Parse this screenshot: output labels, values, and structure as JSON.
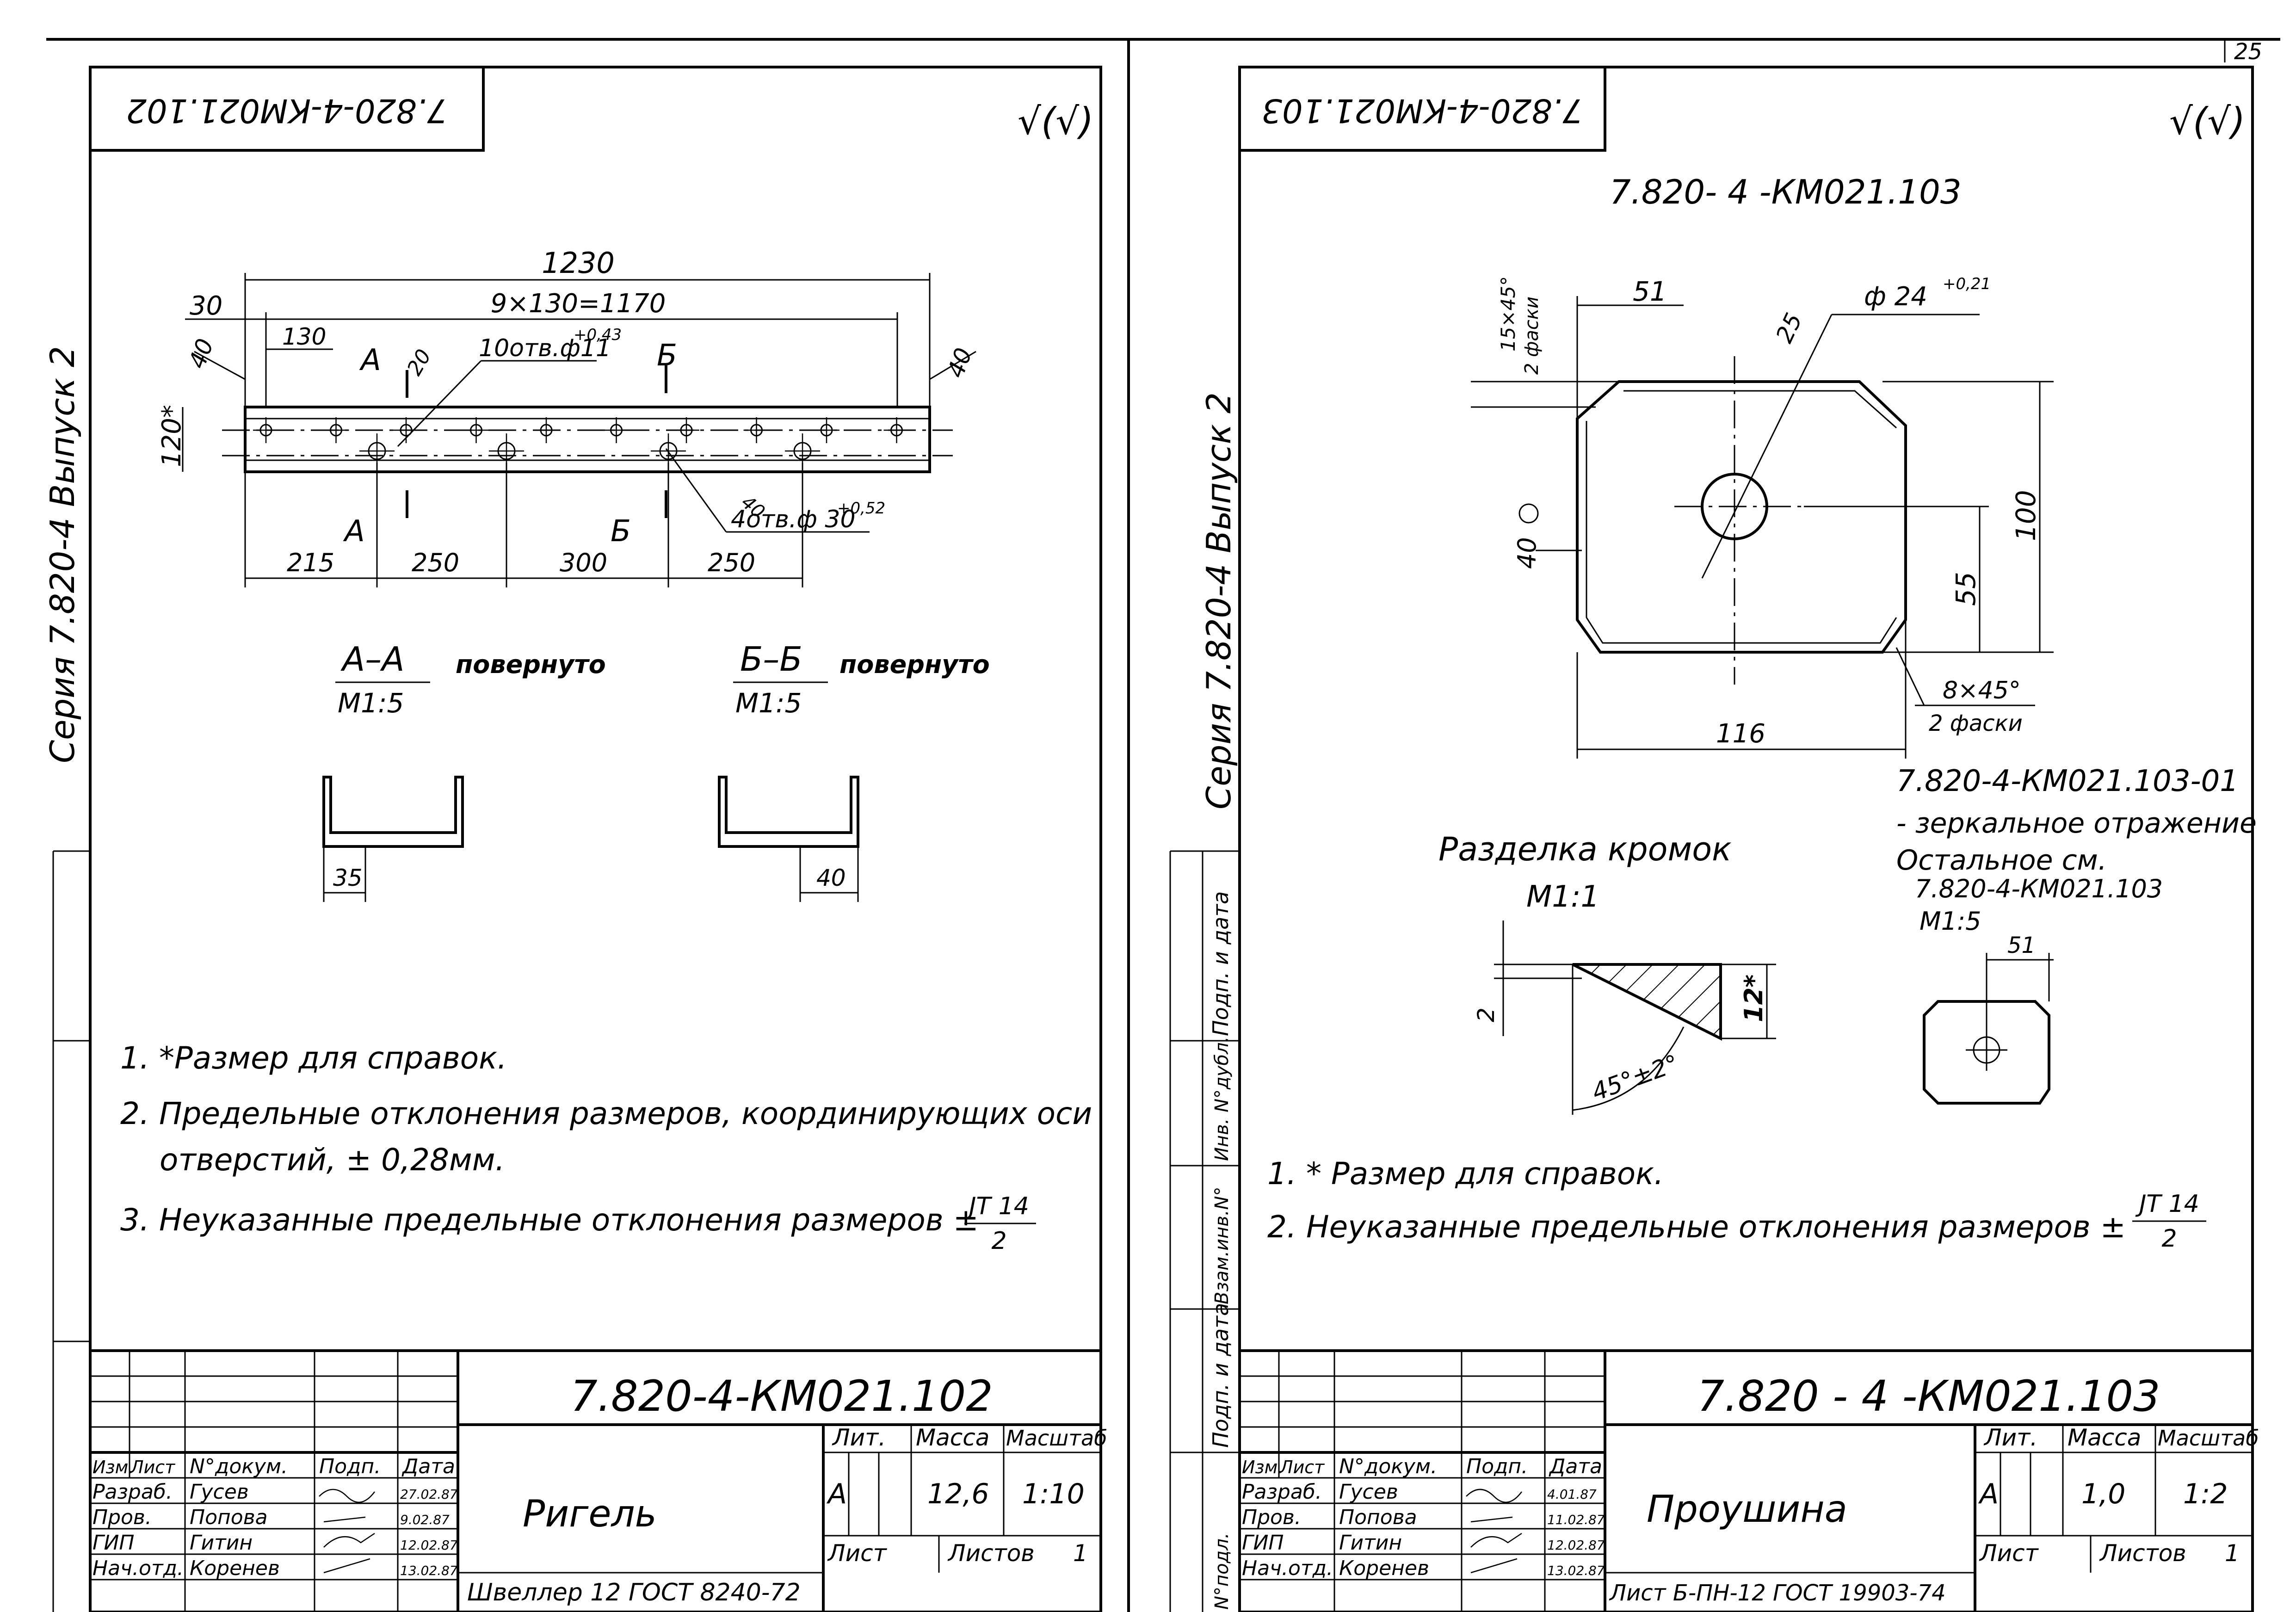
{
  "page_number": "25",
  "left": {
    "mirrored_code": "7.820-4-КМ021.102",
    "side_label": "Серия 7.820-4   Выпуск 2",
    "dims": {
      "total": "1230",
      "pitch": "9×130=1170",
      "edge": "30",
      "first": "130",
      "angle_left": "40",
      "angle_right": "40",
      "height": "120*",
      "holes_small": "10отв.ф11",
      "holes_small_tol": "+0,43",
      "holes_big": "4отв.ф 30",
      "holes_big_tol": "+0,52",
      "d215": "215",
      "d250a": "250",
      "d300": "300",
      "d250b": "250",
      "twenty": "20",
      "forty": "40",
      "a": "А",
      "b": "Б"
    },
    "sections": [
      {
        "title": "А–А",
        "scale": "М1:5",
        "note": "повернуто",
        "dim": "35"
      },
      {
        "title": "Б–Б",
        "scale": "М1:5",
        "note": "повернуто",
        "dim": "40"
      }
    ],
    "notes": [
      "1. *Размер для справок.",
      "2. Предельные отклонения размеров, координирующих оси",
      "отверстий, ± 0,28мм.",
      "3. Неуказанные предельные отклонения размеров ±"
    ],
    "tol_num": "JT 14",
    "tol_den": "2",
    "title_block": {
      "code": "7.820-4-КМ021.102",
      "name": "Ригель",
      "headers": [
        "Изм.",
        "Лист",
        "N°докум.",
        "Подп.",
        "Дата"
      ],
      "rows": [
        [
          "Разраб.",
          "Гусев",
          "27.02.87"
        ],
        [
          "Пров.",
          "Попова",
          "9.02.87"
        ],
        [
          "ГИП",
          "Гитин",
          "12.02.87"
        ],
        [
          "Нач.отд.",
          "Коренев",
          "13.02.87"
        ]
      ],
      "lit_label": "Лит.",
      "mass_label": "Масса",
      "scale_label": "Масштаб",
      "lit": "А",
      "mass": "12,6",
      "scale": "1:10",
      "sheet_label": "Лист",
      "sheets_label": "Листов",
      "sheets": "1",
      "material": "Швеллер 12 ГОСТ 8240-72"
    }
  },
  "right": {
    "mirrored_code": "7.820-4-КМ021.103",
    "side_label": "Серия 7.820-4   Выпуск 2",
    "top_code": "7.820- 4 -КМ021.103",
    "dims": {
      "chamfer_top": "15×45°",
      "chamfer_top_sub": "2 фаски",
      "w51": "51",
      "hole": "ф 24",
      "hole_tol": "+0,21",
      "r25": "25",
      "h100": "100",
      "h55": "55",
      "w116": "116",
      "angle40": "40",
      "chamfer_bottom": "8×45°",
      "chamfer_bottom_sub": "2 фаски"
    },
    "mirror_note": [
      "7.820-4-КМ021.103-01",
      "- зеркальное отражение",
      "Остальное  см.",
      "7.820-4-КМ021.103"
    ],
    "edge_title": "Разделка кромок",
    "edge_scale": "М1:1",
    "edge_dims": {
      "t": "2",
      "h": "12*",
      "angle": "45°±2°"
    },
    "small_scale": "М1:5",
    "small_dim": "51",
    "notes": [
      "1. * Размер для справок.",
      "2. Неуказанные предельные отклонения размеров ±"
    ],
    "tol_num": "JT 14",
    "tol_den": "2",
    "side_columns": [
      "Подп. и дата",
      "Инв. N°дубл.",
      "Взам.инв.N°",
      "Подп. и дата",
      "N°подл."
    ],
    "title_block": {
      "code": "7.820 - 4 -КМ021.103",
      "name": "Проушина",
      "headers": [
        "Изм.",
        "Лист",
        "N°докум.",
        "Подп.",
        "Дата"
      ],
      "rows": [
        [
          "Разраб.",
          "Гусев",
          "4.01.87"
        ],
        [
          "Пров.",
          "Попова",
          "11.02.87"
        ],
        [
          "ГИП",
          "Гитин",
          "12.02.87"
        ],
        [
          "Нач.отд.",
          "Коренев",
          "13.02.87"
        ]
      ],
      "lit_label": "Лит.",
      "mass_label": "Масса",
      "scale_label": "Масштаб",
      "lit": "А",
      "mass": "1,0",
      "scale": "1:2",
      "sheet_label": "Лист",
      "sheets_label": "Листов",
      "sheets": "1",
      "material": "Лист Б-ПН-12 ГОСТ 19903-74"
    }
  }
}
